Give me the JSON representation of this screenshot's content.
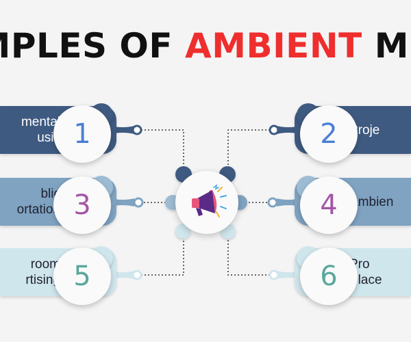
{
  "title": {
    "prefix": "AMPLES OF ",
    "accent": "AMBIENT",
    "suffix": " MED"
  },
  "colors": {
    "accent": "#ef2e2e",
    "dark_blue": "#3f5a80",
    "mid_blue": "#7fa3c1",
    "light_teal": "#cfe6ec",
    "num_blue": "#4a7fd4",
    "num_purple": "#a455a6",
    "num_teal": "#5aa79a"
  },
  "center_icon": "megaphone-icon",
  "items": [
    {
      "number": "1",
      "line1": "mental",
      "line2": "usic"
    },
    {
      "number": "2",
      "line1": "Proje",
      "line2": ""
    },
    {
      "number": "3",
      "line1": "blic",
      "line2": "ortation"
    },
    {
      "number": "4",
      "line1": "Ambien",
      "line2": ""
    },
    {
      "number": "5",
      "line1": "room",
      "line2": "rtising"
    },
    {
      "number": "6",
      "line1": "Pro",
      "line2": "Place"
    }
  ]
}
